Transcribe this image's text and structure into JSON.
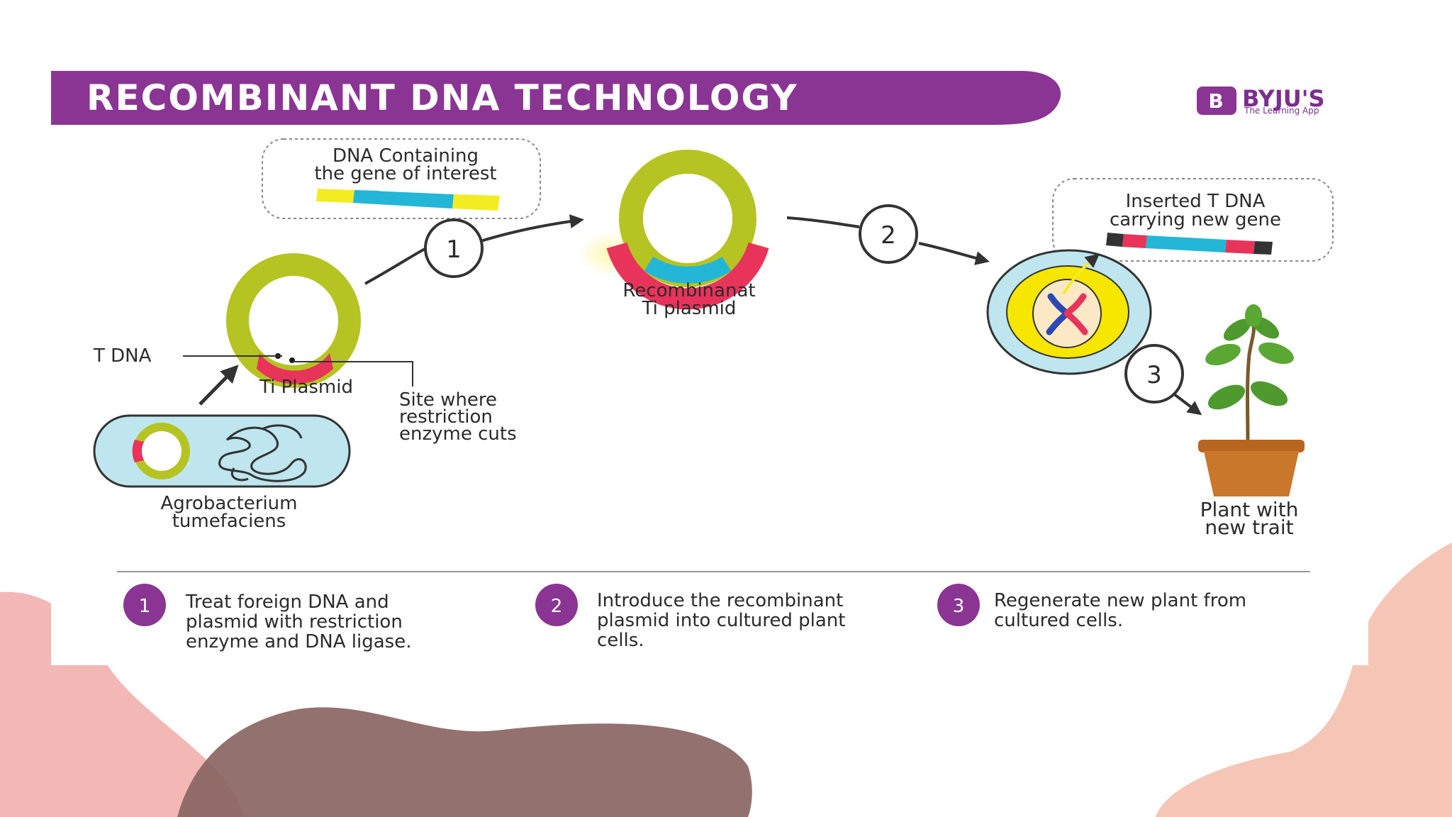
{
  "title": "RECOMBINANT DNA TECHNOLOGY",
  "brand": {
    "name": "BYJU'S",
    "tagline": "The Learning App",
    "logo_letter": "B"
  },
  "labels": {
    "dna_gene": [
      "DNA Containing",
      "the gene of interest"
    ],
    "recombinant": [
      "Recombinanat",
      "Ti plasmid"
    ],
    "inserted": [
      "Inserted T DNA",
      "carrying new gene"
    ],
    "t_dna": "T DNA",
    "ti_plasmid": "Ti Plasmid",
    "site": [
      "Site where",
      "restriction",
      "enzyme cuts"
    ],
    "agrobacterium": [
      "Agrobacterium",
      "tumefaciens"
    ],
    "plant": [
      "Plant with",
      "new trait"
    ]
  },
  "step_markers": [
    "1",
    "2",
    "3"
  ],
  "legend": [
    {
      "num": "1",
      "lines": [
        "Treat foreign DNA and",
        "plasmid with restriction",
        "enzyme and DNA ligase."
      ]
    },
    {
      "num": "2",
      "lines": [
        "Introduce the recombinant",
        "plasmid into cultured plant",
        "cells."
      ]
    },
    {
      "num": "3",
      "lines": [
        "Regenerate new plant from",
        "cultured cells."
      ]
    }
  ],
  "colors": {
    "banner": "#8a3594",
    "plasmid_ring": "#b5c422",
    "red_segment": "#e8345a",
    "blue_segment": "#23b6d6",
    "yellow_segment": "#f2ec23",
    "cell_outer": "#bfe6ee",
    "nucleus": "#f7e600",
    "legend_badge": "#8a3594",
    "blob_pink": "#f3b8b5",
    "blob_brown": "#8a6563",
    "pot": "#c9772a",
    "leaf": "#4f9a2e"
  }
}
